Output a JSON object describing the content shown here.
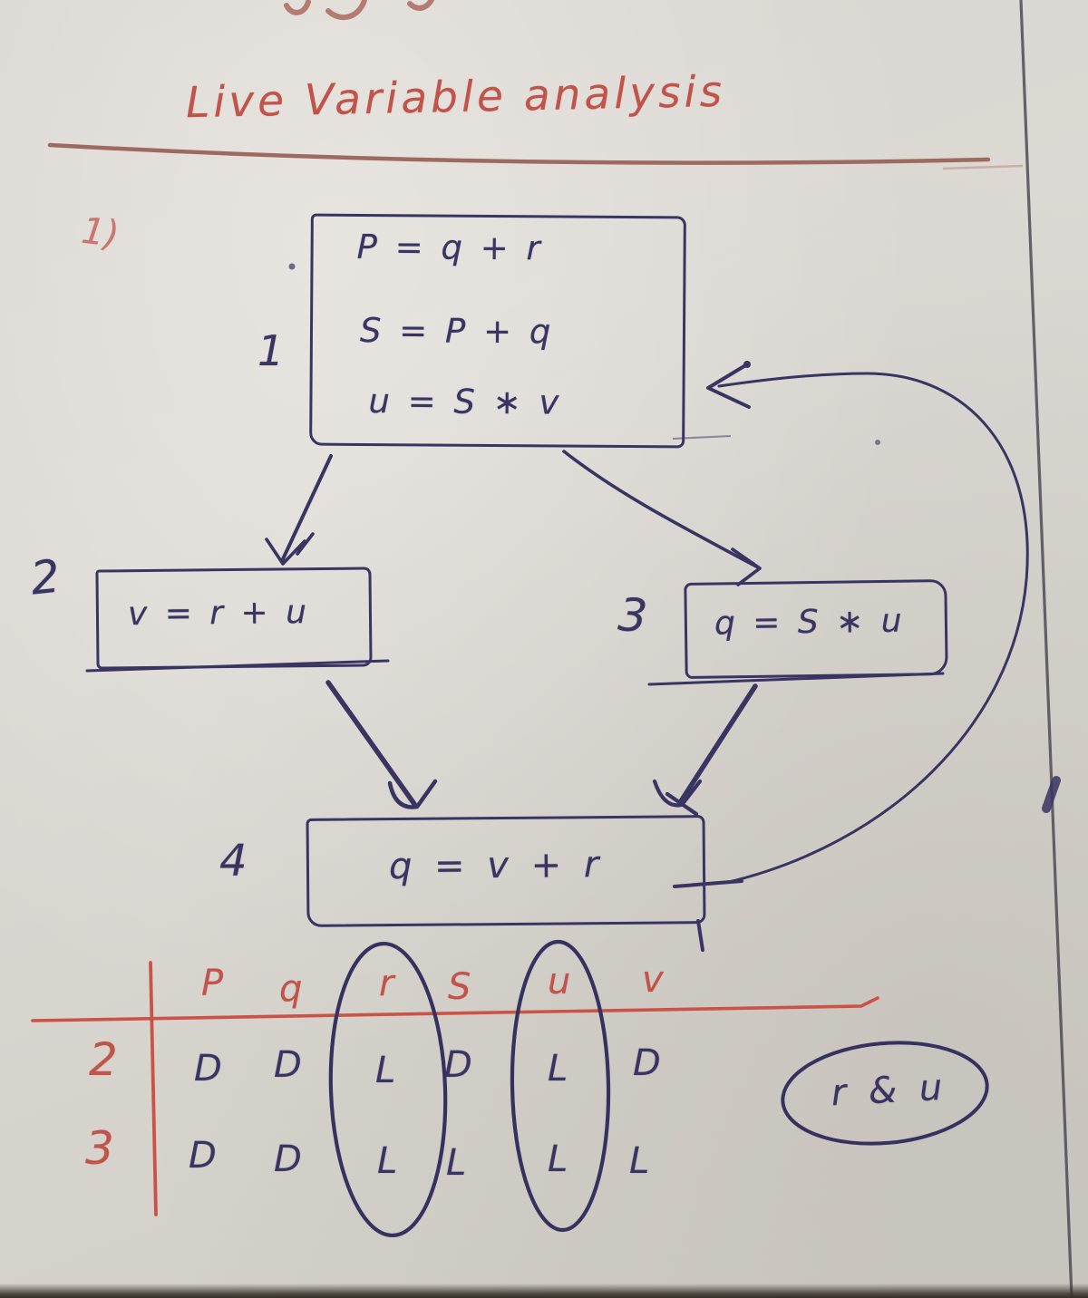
{
  "page": {
    "title": "Live Variable analysis",
    "problem_number": "1)"
  },
  "flow_graph": {
    "nodes": [
      {
        "label": "1",
        "lines": [
          "P = q + r",
          "S = P + q",
          "u = S ∗ v"
        ]
      },
      {
        "label": "2",
        "lines": [
          "v = r + u"
        ]
      },
      {
        "label": "3",
        "lines": [
          "q = S ∗ u"
        ]
      },
      {
        "label": "4",
        "lines": [
          "q = v + r"
        ]
      }
    ],
    "edges": [
      {
        "from": "1",
        "to": "2"
      },
      {
        "from": "1",
        "to": "3"
      },
      {
        "from": "2",
        "to": "4"
      },
      {
        "from": "3",
        "to": "4"
      },
      {
        "from": "4",
        "to": "1",
        "type": "back-edge"
      }
    ]
  },
  "live_table": {
    "columns": [
      "P",
      "q",
      "r",
      "S",
      "u",
      "v"
    ],
    "rows": [
      {
        "label": "2",
        "values": [
          "D",
          "D",
          "L",
          "D",
          "L",
          "D"
        ]
      },
      {
        "label": "3",
        "values": [
          "D",
          "D",
          "L",
          "L",
          "L",
          "L"
        ]
      }
    ],
    "circled_columns": [
      "r",
      "u"
    ],
    "result_annotation": "r & u"
  },
  "colors": {
    "ink_blue": "#3a3462",
    "ink_red": "#c0544a",
    "paper": "#d8d4cf"
  }
}
